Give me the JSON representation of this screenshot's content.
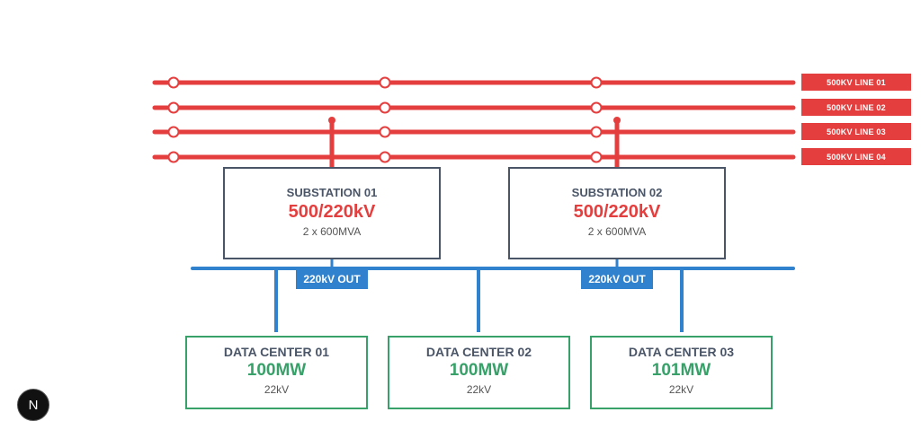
{
  "colors": {
    "red": "#e53e3e",
    "blue": "#3182ce",
    "green": "#38a169",
    "gray": "#4a5568"
  },
  "lines": [
    {
      "label": "500KV LINE 01"
    },
    {
      "label": "500KV LINE 02"
    },
    {
      "label": "500KV LINE 03"
    },
    {
      "label": "500KV LINE 04"
    }
  ],
  "substations": [
    {
      "name": "SUBSTATION 01",
      "rating": "500/220kV",
      "capacity": "2 x 600MVA",
      "output_label": "220kV OUT"
    },
    {
      "name": "SUBSTATION 02",
      "rating": "500/220kV",
      "capacity": "2 x 600MVA",
      "output_label": "220kV OUT"
    }
  ],
  "data_centers": [
    {
      "name": "DATA CENTER 01",
      "power": "100MW",
      "voltage": "22kV"
    },
    {
      "name": "DATA CENTER 02",
      "power": "100MW",
      "voltage": "22kV"
    },
    {
      "name": "DATA CENTER 03",
      "power": "101MW",
      "voltage": "22kV"
    }
  ],
  "badge": {
    "letter": "N"
  }
}
